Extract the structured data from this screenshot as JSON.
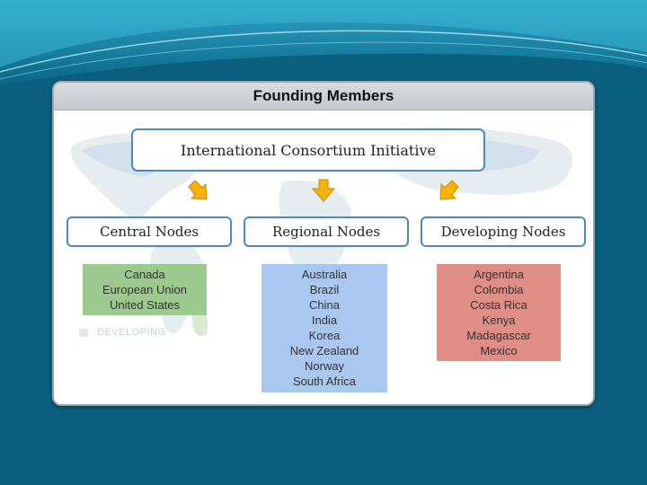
{
  "slide": {
    "title": "Founding Members",
    "root": "International Consortium Initiative",
    "map_legend": "DEVELOPING"
  },
  "categories": [
    {
      "label": "Central Nodes",
      "color": "#9cc98e",
      "members": [
        "Canada",
        "European Union",
        "United States"
      ]
    },
    {
      "label": "Regional Nodes",
      "color": "#a9c7ef",
      "members": [
        "Australia",
        "Brazil",
        "China",
        "India",
        "Korea",
        "New Zealand",
        "Norway",
        "South Africa"
      ]
    },
    {
      "label": "Developing Nodes",
      "color": "#e08d85",
      "members": [
        "Argentina",
        "Colombia",
        "Costa Rica",
        "Kenya",
        "Madagascar",
        "Mexico"
      ]
    }
  ],
  "colors": {
    "background": "#0a5f7e",
    "box_border": "#4f86c6",
    "arrow_fill": "#f5b400"
  }
}
